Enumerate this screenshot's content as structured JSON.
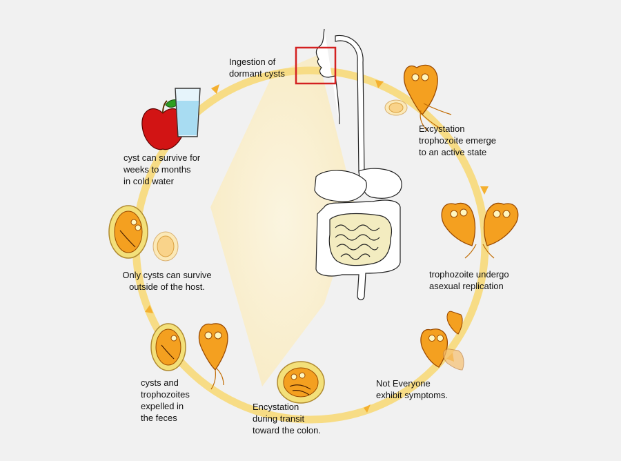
{
  "colors": {
    "cycle_ring": "#f7dc85",
    "arrow": "#f4b030",
    "cell_fill": "#f4a020",
    "cell_edge": "#9a4a00",
    "cyst_wall": "#f3e07a",
    "highlight_box": "#d32020",
    "apple": "#d21414",
    "background": "#f1f1f1"
  },
  "icons": [
    "apple-icon",
    "water-glass-icon",
    "digestive-system-illustration",
    "giardia-trophozoite-icon",
    "giardia-cyst-icon"
  ],
  "labels": {
    "ingestion": [
      "Ingestion of",
      "dormant cysts"
    ],
    "excystation": [
      "Excystation",
      "trophozoite emerge",
      "to an active state"
    ],
    "replication": [
      "trophozoite undergo",
      "asexual replication"
    ],
    "symptoms": [
      "Not Everyone",
      "exhibit symptoms."
    ],
    "encystation": [
      "Encystation",
      "during transit",
      "toward the colon."
    ],
    "expelled": [
      "cysts and",
      "trophozoites",
      "expelled in",
      "the feces"
    ],
    "outside": [
      "Only cysts can survive",
      "outside of the host."
    ],
    "survival": [
      "cyst can survive for",
      "weeks to months",
      "in cold water"
    ]
  }
}
